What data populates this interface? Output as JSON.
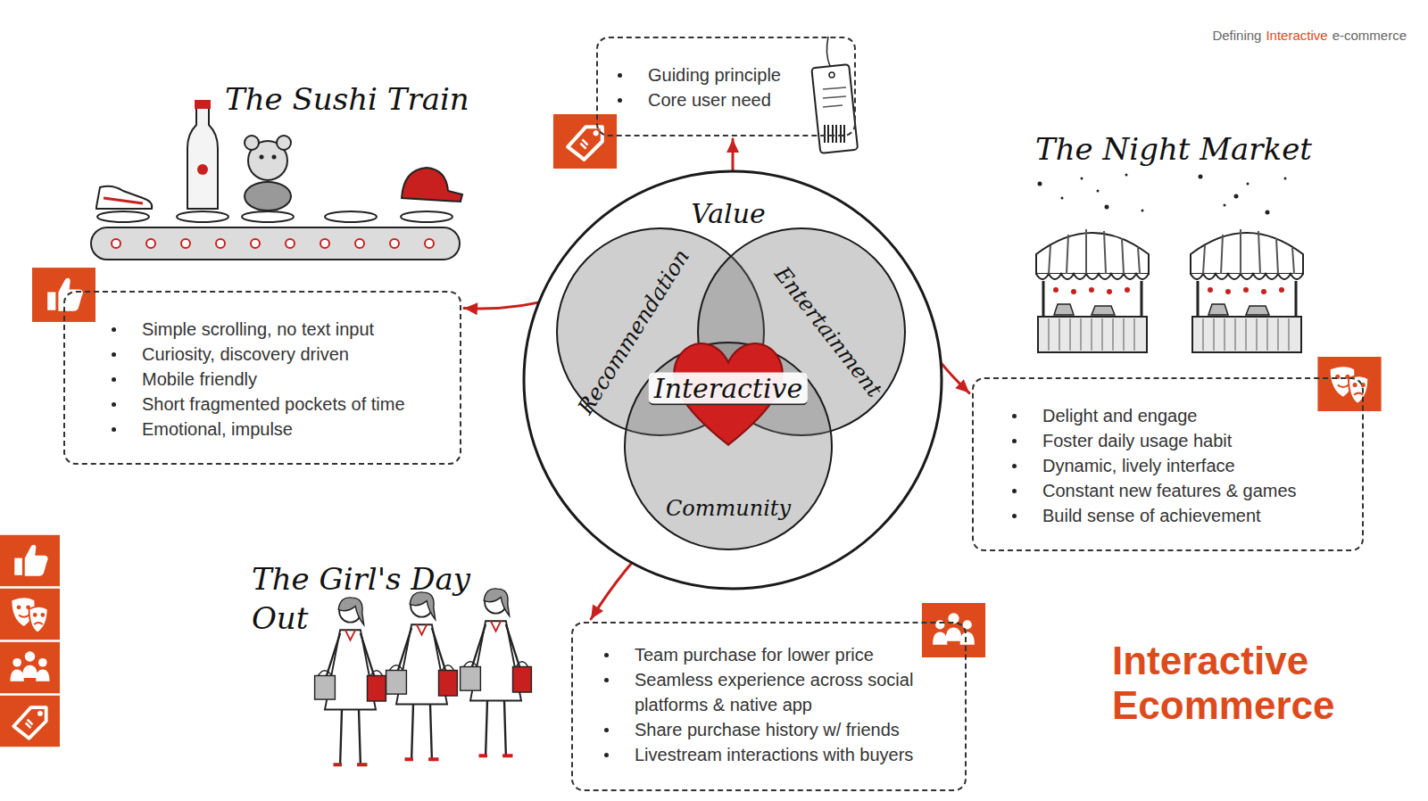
{
  "diagram": {
    "title": "Interactive Ecommerce",
    "nodes": [
      {
        "text": [
          "Value"
        ]
      },
      {
        "text": [
          "Recommendation"
        ],
        "in": 0
      },
      {
        "text": [
          "Entertainment"
        ],
        "in": 0
      },
      {
        "text": [
          "Community"
        ],
        "in": 0
      },
      {
        "text": [
          "Interactive"
        ],
        "in": 0
      },
      {
        "text": [
          "Guiding principle",
          "Core user need"
        ]
      },
      {
        "text": [
          "The Sushi Train",
          "Simple scrolling, no text input",
          "Curiosity, discovery driven",
          "Mobile friendly",
          "Short fragmented pockets of time",
          "Emotional, impulse"
        ]
      },
      {
        "text": [
          "The Night Market",
          "Delight and engage",
          "Foster daily usage habit",
          "Dynamic, lively interface",
          "Constant new features & games",
          "Build sense of achievement"
        ]
      },
      {
        "text": [
          "The Girl's Day Out",
          "Team purchase for lower price",
          "Seamless experience across social platforms & native app",
          "Share purchase history w/ friends",
          "Livestream interactions with buyers"
        ]
      }
    ],
    "edges": [
      {
        "from": 0,
        "to": 5,
        "arrow": "to"
      },
      {
        "from": 1,
        "to": 6,
        "arrow": "to"
      },
      {
        "from": 2,
        "to": 7,
        "arrow": "to"
      },
      {
        "from": 3,
        "to": 8,
        "arrow": "to"
      }
    ],
    "labels": [
      "Defining",
      "Interactive",
      "e-commerce"
    ]
  }
}
